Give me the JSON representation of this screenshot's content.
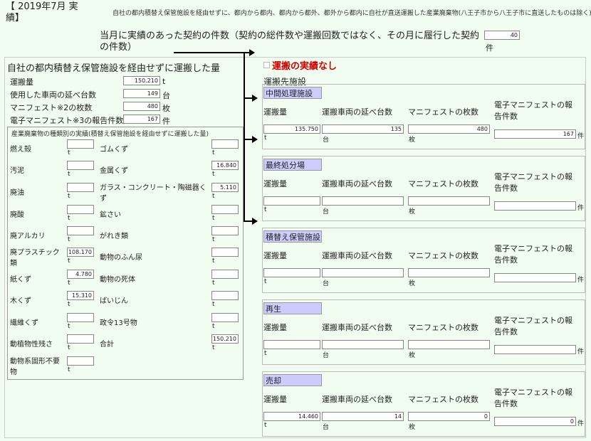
{
  "header": {
    "period": "【 2019年7月 実績】",
    "note": "自社の都内積替え保管施設を経由せずに、都内から都内、都内から都外、都外から都内に自社が直送運搬した産業廃棄物(八王子市から八王子市に直送したものは除く)"
  },
  "contract_count": {
    "label": "当月に実績のあった契約の件数（契約の総件数や運搬回数ではなく、その月に履行した契約の件数）",
    "value": "40",
    "unit": "件"
  },
  "direct": {
    "title": "自社の都内積替え保管施設を経由せずに運搬した量",
    "rows": [
      {
        "label": "運搬量",
        "value": "150.210",
        "unit": "t"
      },
      {
        "label": "使用した車両の延べ台数",
        "value": "149",
        "unit": "台"
      },
      {
        "label": "マニフェスト※2の枚数",
        "value": "480",
        "unit": "枚"
      },
      {
        "label": "電子マニフェスト※3の報告件数",
        "value": "167",
        "unit": "件"
      }
    ],
    "kinds_title": "産業廃棄物の種類別の実績(積替え保管施設を経由せずに運搬した量)",
    "kinds_left": [
      {
        "label": "燃え殻",
        "value": "",
        "unit": "t"
      },
      {
        "label": "汚泥",
        "value": "",
        "unit": "t"
      },
      {
        "label": "廃油",
        "value": "",
        "unit": "t"
      },
      {
        "label": "廃酸",
        "value": "",
        "unit": "t"
      },
      {
        "label": "廃アルカリ",
        "value": "",
        "unit": "t"
      },
      {
        "label": "廃プラスチック類",
        "value": "108.170",
        "unit": "t"
      },
      {
        "label": "紙くず",
        "value": "4.780",
        "unit": "t"
      },
      {
        "label": "木くず",
        "value": "15.310",
        "unit": "t"
      },
      {
        "label": "繊維くず",
        "value": "",
        "unit": "t"
      },
      {
        "label": "動植物性残さ",
        "value": "",
        "unit": "t"
      },
      {
        "label": "動物系固形不要物",
        "value": "",
        "unit": "t"
      }
    ],
    "kinds_right": [
      {
        "label": "ゴムくず",
        "value": "",
        "unit": "t"
      },
      {
        "label": "金属くず",
        "value": "16.840",
        "unit": "t"
      },
      {
        "label": "ガラス・コンクリート・陶磁器くず",
        "value": "5.110",
        "unit": "t"
      },
      {
        "label": "鉱さい",
        "value": "",
        "unit": "t"
      },
      {
        "label": "がれき類",
        "value": "",
        "unit": "t"
      },
      {
        "label": "動物のふん尿",
        "value": "",
        "unit": "t"
      },
      {
        "label": "動物の死体",
        "value": "",
        "unit": "t"
      },
      {
        "label": "ばいじん",
        "value": "",
        "unit": "t"
      },
      {
        "label": "政令13号物",
        "value": "",
        "unit": "t"
      },
      {
        "label": "合計",
        "value": "150.210",
        "unit": "t"
      }
    ]
  },
  "no_record_label": "運搬の実績なし",
  "dest_title": "運搬先施設",
  "columns": {
    "amount": "運搬量",
    "vehicles": "運搬車両の延べ台数",
    "manifests": "マニフェストの枚数",
    "e_manifest": "電子マニフェストの報告件数"
  },
  "units": {
    "t": "t",
    "dai": "台",
    "mai": "枚",
    "ken": "件"
  },
  "facilities": [
    {
      "name": "中間処理施設",
      "amount": "135.750",
      "vehicles": "135",
      "manifests": "480",
      "e_manifest": "167"
    },
    {
      "name": "最終処分場",
      "amount": "",
      "vehicles": "",
      "manifests": "",
      "e_manifest": ""
    },
    {
      "name": "積替え保管施設",
      "amount": "",
      "vehicles": "",
      "manifests": "",
      "e_manifest": ""
    },
    {
      "name": "再生",
      "amount": "",
      "vehicles": "",
      "manifests": "",
      "e_manifest": ""
    },
    {
      "name": "売却",
      "amount": "14.460",
      "vehicles": "14",
      "manifests": "0",
      "e_manifest": "0"
    }
  ]
}
